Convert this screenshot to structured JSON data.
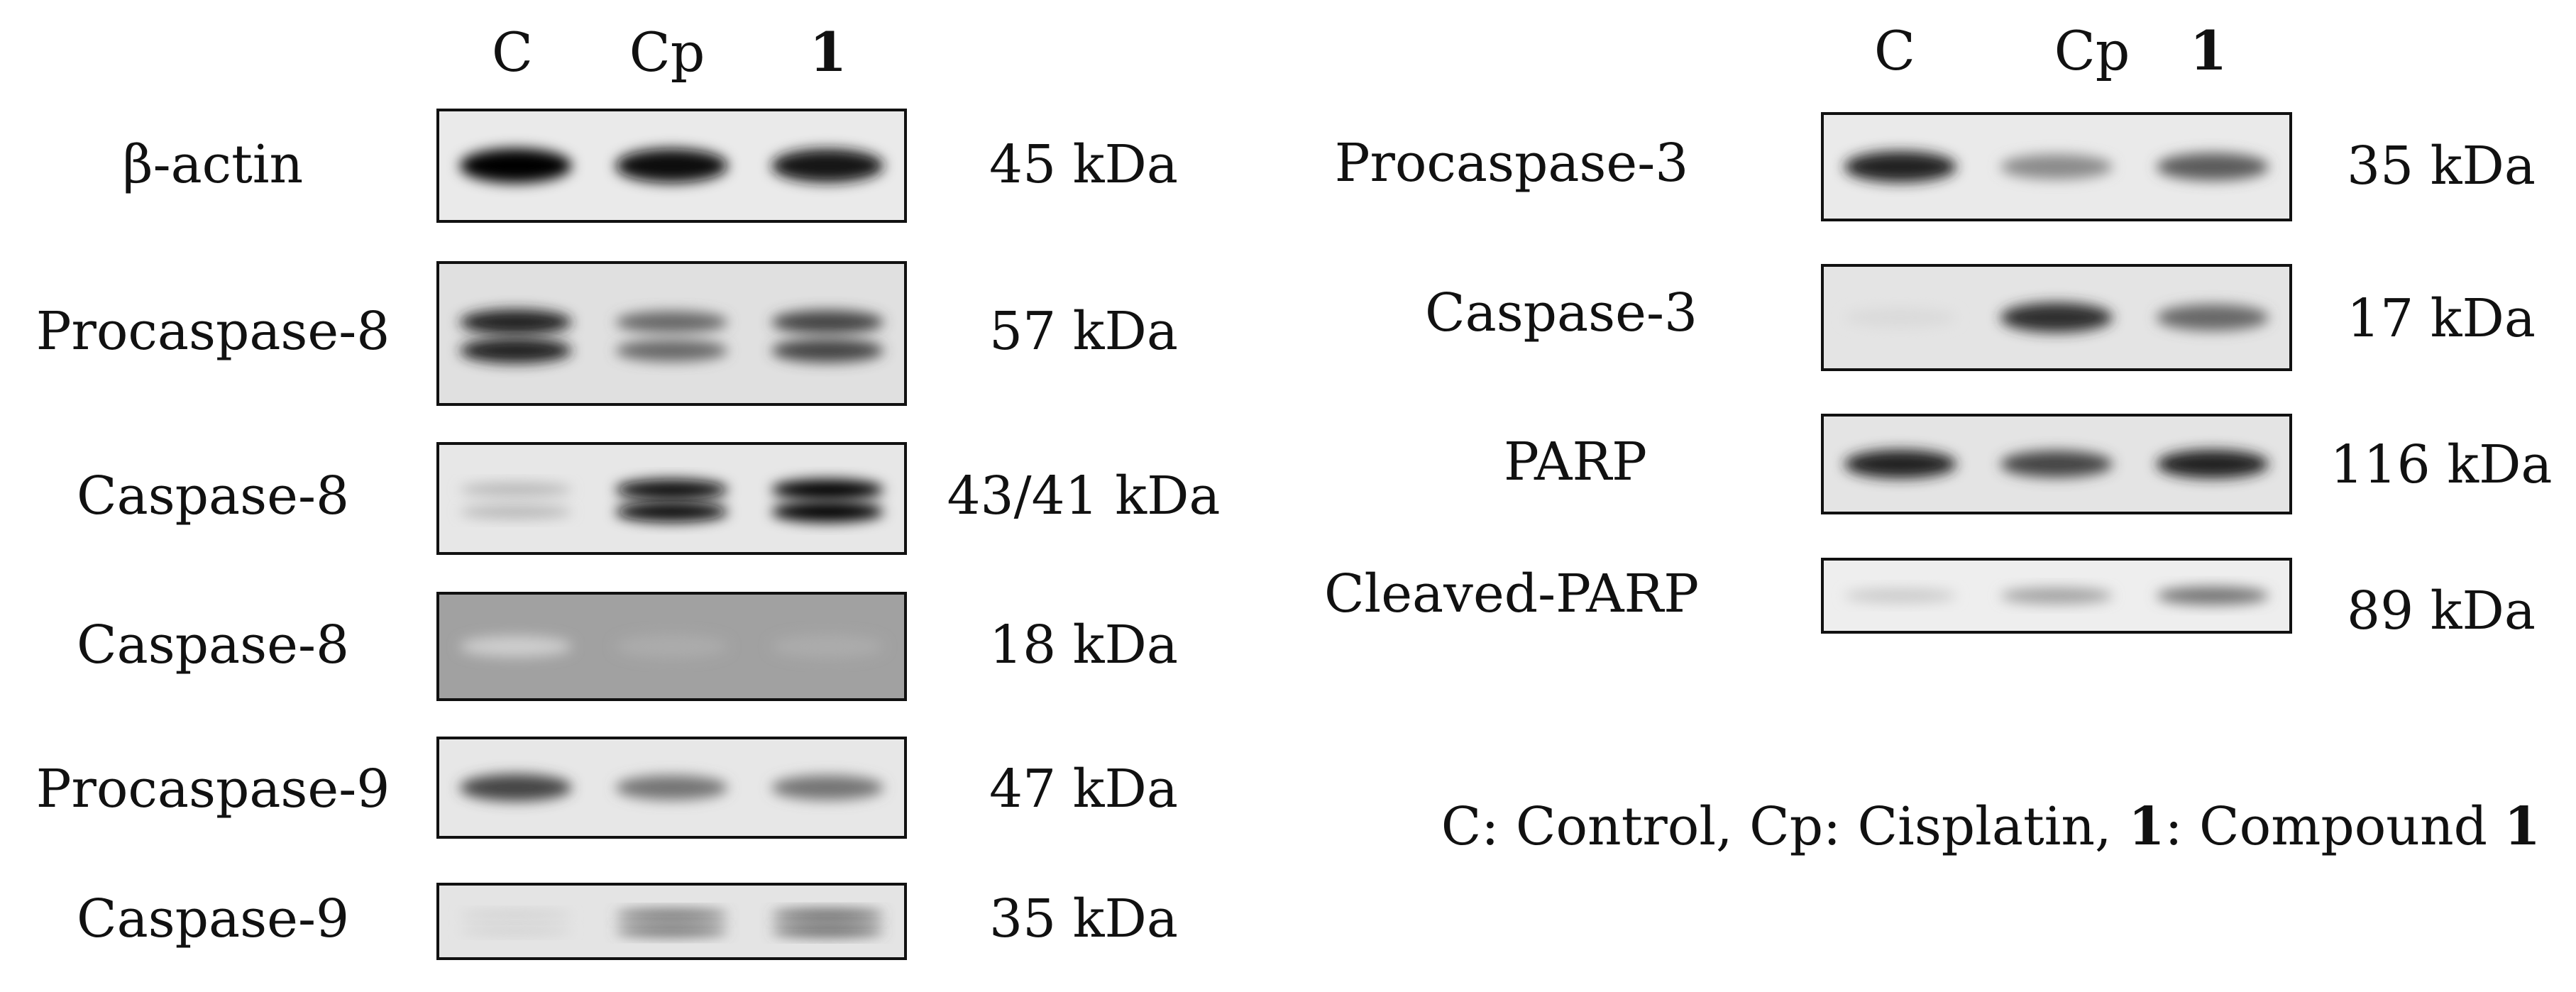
{
  "lanes": [
    {
      "label": "C",
      "bold": false
    },
    {
      "label": "Cp",
      "bold": false
    },
    {
      "label": "1",
      "bold": true
    }
  ],
  "left_blots": [
    {
      "label": "β-actin",
      "mw": "45 kDa",
      "intensity": [
        1.0,
        0.95,
        0.92
      ],
      "background": 0.08,
      "bands": 1
    },
    {
      "label": "Procaspase-8",
      "mw": "57 kDa",
      "intensity": [
        0.85,
        0.55,
        0.7
      ],
      "background": 0.15,
      "bands": 2
    },
    {
      "label": "Caspase-8",
      "mw": "43/41 kDa",
      "intensity": [
        0.2,
        0.95,
        0.98
      ],
      "background": 0.1,
      "bands": 2
    },
    {
      "label": "Caspase-8",
      "mw": "18 kDa",
      "intensity": [
        0.1,
        0.25,
        0.25
      ],
      "background": 0.6,
      "bands": 1
    },
    {
      "label": "Procaspase-9",
      "mw": "47 kDa",
      "intensity": [
        0.7,
        0.5,
        0.5
      ],
      "background": 0.1,
      "bands": 1
    },
    {
      "label": "Caspase-9",
      "mw": "35 kDa",
      "intensity": [
        0.1,
        0.55,
        0.6
      ],
      "background": 0.12,
      "bands": 2
    }
  ],
  "right_blots": [
    {
      "label": "Procaspase-3",
      "mw": "35 kDa",
      "intensity": [
        0.85,
        0.4,
        0.6
      ],
      "background": 0.08,
      "bands": 1
    },
    {
      "label": "Caspase-3",
      "mw": "17 kDa",
      "intensity": [
        0.05,
        0.8,
        0.55
      ],
      "background": 0.12,
      "bands": 1
    },
    {
      "label": "PARP",
      "mw": "116 kDa",
      "intensity": [
        0.85,
        0.7,
        0.85
      ],
      "background": 0.12,
      "bands": 1
    },
    {
      "label": "Cleaved-PARP",
      "mw": "89 kDa",
      "intensity": [
        0.12,
        0.3,
        0.5
      ],
      "background": 0.05,
      "bands": 1
    }
  ],
  "legend": {
    "c_key": "C",
    "c_text": ": Control, ",
    "cp_key": "Cp",
    "cp_text": ": Cisplatin, ",
    "one_key": "1",
    "one_text": ": Compound ",
    "one_end": "1"
  }
}
